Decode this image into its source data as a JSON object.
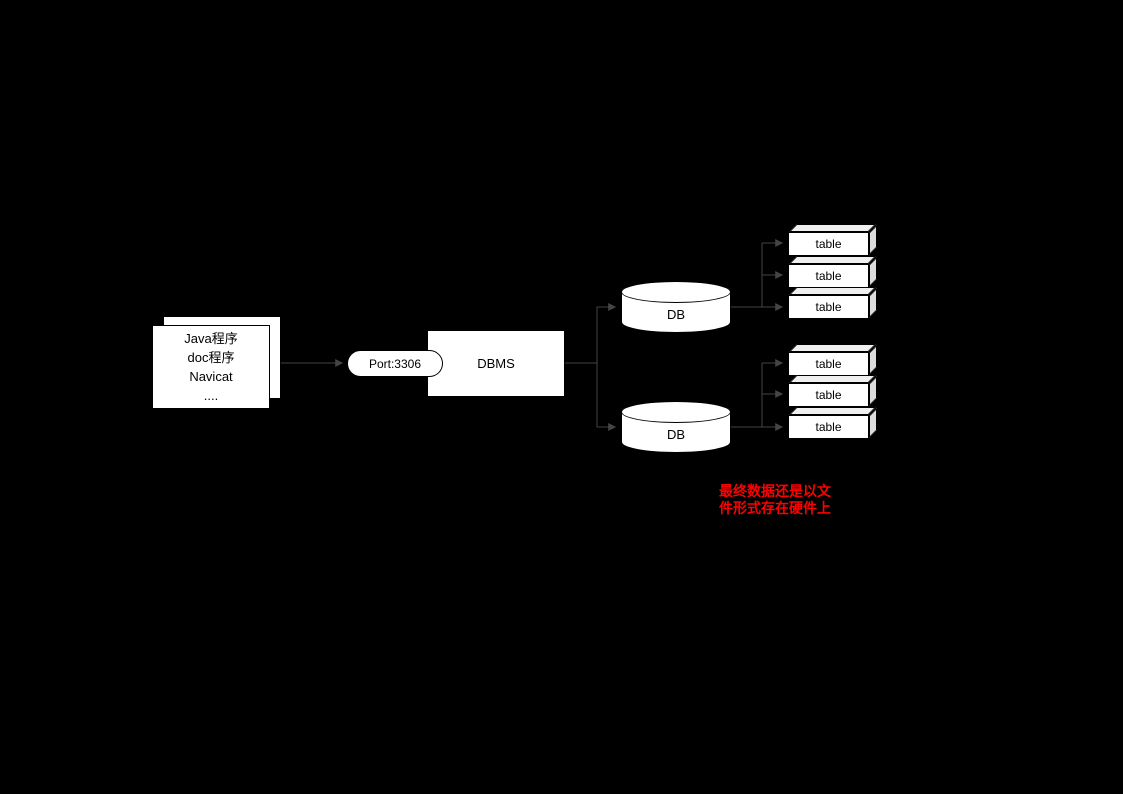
{
  "canvas": {
    "background": "#000000",
    "connector_color": "#454545",
    "shape_fill": "#ffffff",
    "shape_border": "#000000"
  },
  "client_stack": {
    "lines": [
      "Java程序",
      "doc程序",
      "Navicat",
      "...."
    ]
  },
  "port_node": {
    "label": "Port:3306"
  },
  "dbms_node": {
    "label": "DBMS"
  },
  "db_nodes": [
    {
      "label": "DB"
    },
    {
      "label": "DB"
    }
  ],
  "tables": [
    "table",
    "table",
    "table",
    "table",
    "table",
    "table"
  ],
  "note": {
    "lines": [
      "最终数据还是以文",
      "件形式存在硬件上"
    ],
    "color": "#ff0000"
  }
}
